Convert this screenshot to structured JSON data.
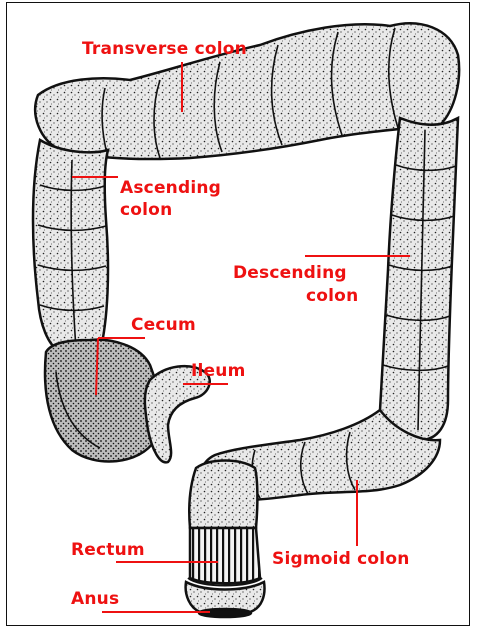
{
  "colors": {
    "label": "#ee1111",
    "outline": "#111111",
    "background": "#ffffff"
  },
  "labels": {
    "transverse_colon": "Transverse colon",
    "ascending_line1": "Ascending",
    "ascending_line2": "colon",
    "descending_line1": "Descending",
    "descending_line2": "colon",
    "cecum": "Cecum",
    "ileum": "Ileum",
    "rectum": "Rectum",
    "anus": "Anus",
    "sigmoid_colon": "Sigmoid colon"
  }
}
